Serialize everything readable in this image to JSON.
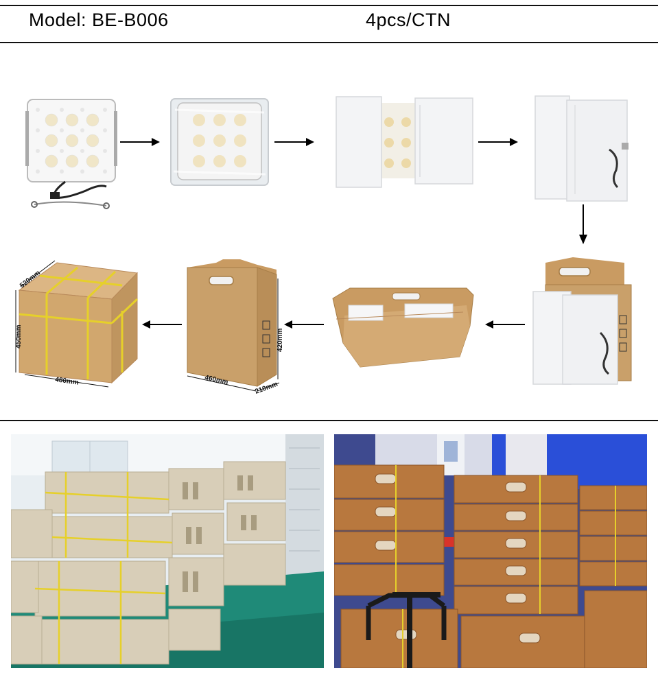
{
  "header": {
    "model": "Model: BE-B006",
    "package": "4pcs/CTN"
  },
  "carton_dimensions": {
    "outer": {
      "width": "520mm",
      "height": "450mm",
      "length": "480mm"
    },
    "inner": {
      "length": "460mm",
      "height": "420mm",
      "depth": "210mm"
    }
  },
  "colors": {
    "cardboard": "#c9a06a",
    "foam": "#f2f3f5",
    "strap": "#e6d02a",
    "warehouse_floor": "#1f8a78",
    "warehouse_light": "#e8eef2",
    "blue_light": "#2a4fd8"
  }
}
